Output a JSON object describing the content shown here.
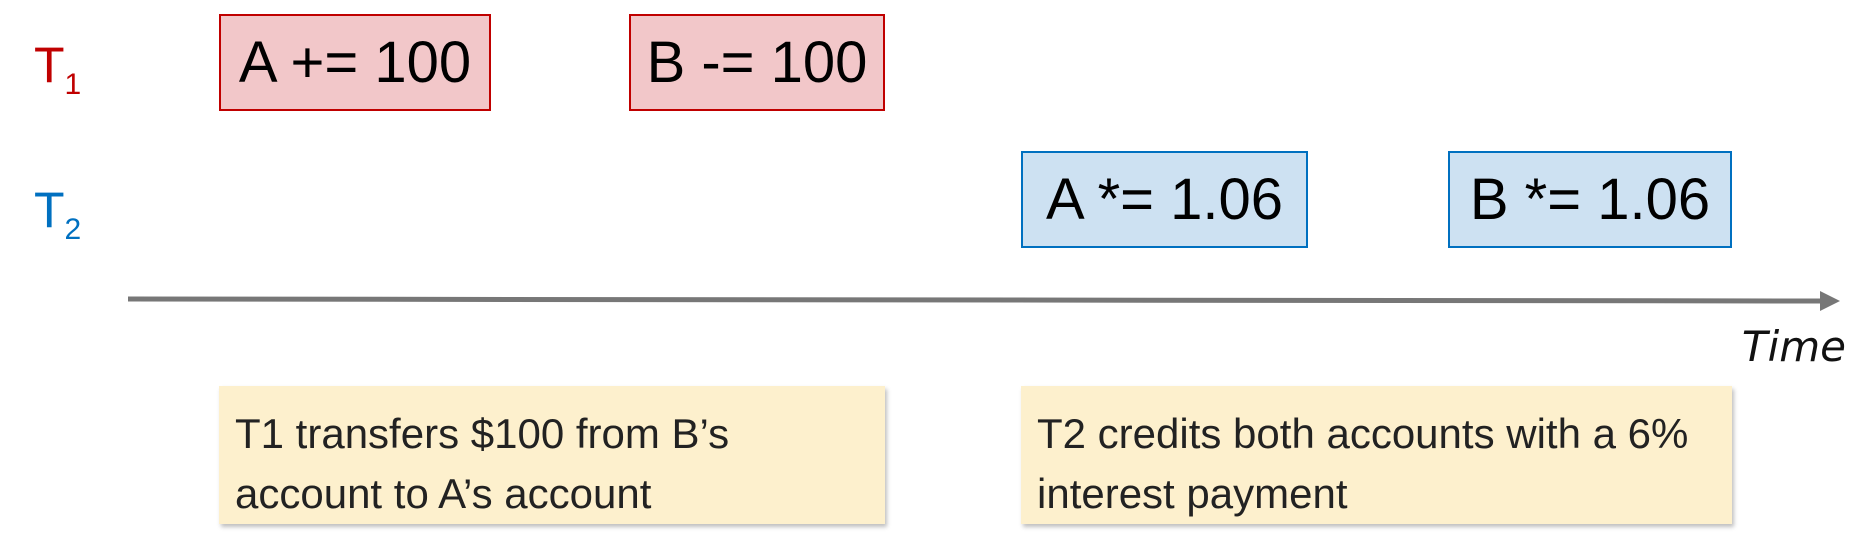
{
  "colors": {
    "t1_accent": "#c00000",
    "t1_fill": "#f2c7c9",
    "t2_accent": "#0070c0",
    "t2_fill": "#cde1f2",
    "note_fill": "#fdf0cd",
    "axis": "#777777"
  },
  "transactions": {
    "t1": {
      "name": "T",
      "sub": "1"
    },
    "t2": {
      "name": "T",
      "sub": "2"
    }
  },
  "operations": {
    "t1_a": "A += 100",
    "t1_b": "B -= 100",
    "t2_a": "A *= 1.06",
    "t2_b": "B *= 1.06"
  },
  "axis_label": "Time",
  "notes": {
    "t1": "T1 transfers $100 from B’s account to A’s account",
    "t2": "T2 credits both accounts with a 6% interest payment"
  }
}
